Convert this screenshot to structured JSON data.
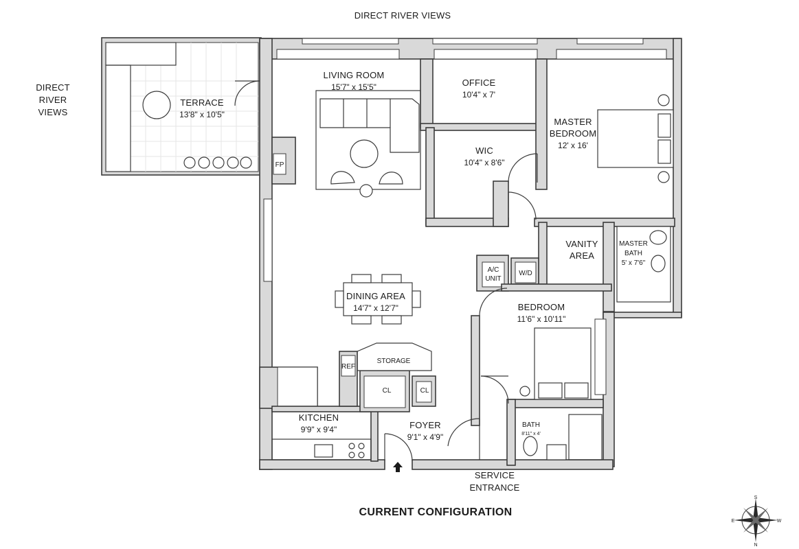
{
  "labels": {
    "top_views": "DIRECT RIVER VIEWS",
    "left_views_1": "DIRECT",
    "left_views_2": "RIVER",
    "left_views_3": "VIEWS",
    "caption": "CURRENT CONFIGURATION",
    "service_1": "SERVICE",
    "service_2": "ENTRANCE"
  },
  "rooms": {
    "terrace": {
      "name": "TERRACE",
      "dim": "13'8\" x 10'5\""
    },
    "living": {
      "name": "LIVING ROOM",
      "dim": "15'7\" x 15'5\""
    },
    "office": {
      "name": "OFFICE",
      "dim": "10'4\" x 7'"
    },
    "master_bedroom": {
      "name_1": "MASTER",
      "name_2": "BEDROOM",
      "dim": "12' x 16'"
    },
    "wic": {
      "name": "WIC",
      "dim": "10'4\" x 8'6\""
    },
    "vanity": {
      "name_1": "VANITY",
      "name_2": "AREA"
    },
    "master_bath": {
      "name_1": "MASTER",
      "name_2": "BATH",
      "dim": "5' x 7'6\""
    },
    "dining": {
      "name": "DINING AREA",
      "dim": "14'7\" x 12'7\""
    },
    "bedroom": {
      "name": "BEDROOM",
      "dim": "11'6\" x 10'11\""
    },
    "kitchen": {
      "name": "KITCHEN",
      "dim": "9'9\" x 9'4\""
    },
    "foyer": {
      "name": "FOYER",
      "dim": "9'1\" x 4'9\""
    },
    "bath": {
      "name": "BATH",
      "dim": "8'11\" x 4'"
    }
  },
  "fixtures": {
    "fireplace": "FP",
    "ac_1": "A/C",
    "ac_2": "UNIT",
    "wd": "W/D",
    "storage": "STORAGE",
    "ref": "REF",
    "closet_1": "CL",
    "closet_2": "CL"
  },
  "compass": {
    "n": "N",
    "s": "S",
    "e": "E",
    "w": "W"
  }
}
